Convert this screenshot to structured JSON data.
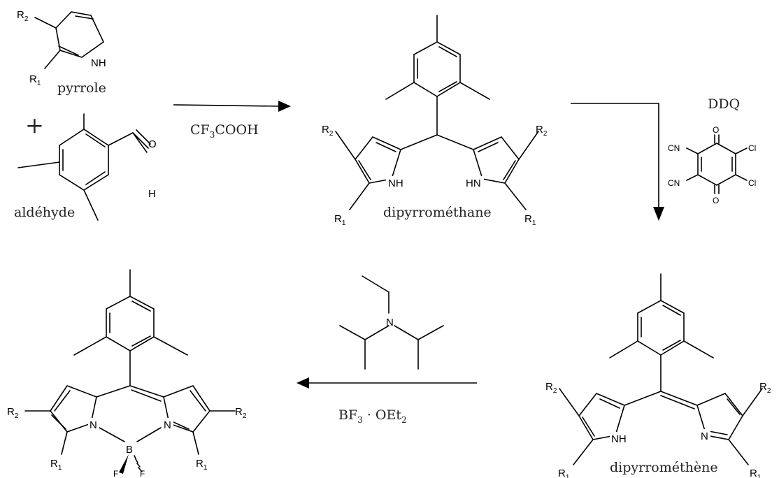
{
  "captions": {
    "pyrrole": "pyrrole",
    "aldehyde": "aldéhyde",
    "dipyrromethane": "dipyrrométhane",
    "dipyrromethene": "dipyrrométhène"
  },
  "reagents": {
    "step1_main": "CF",
    "step1_sub": "3",
    "step1_tail": "COOH",
    "step2": "DDQ",
    "step3_a": "BF",
    "step3_sub1": "3",
    "step3_b": " · OEt",
    "step3_sub2": "2"
  },
  "atoms": {
    "R": "R",
    "s1": "1",
    "s2": "2",
    "NH": "NH",
    "HN": "HN",
    "N": "N",
    "B": "B",
    "F": "F",
    "O": "O",
    "H": "H",
    "CN": "CN",
    "Cl": "Cl",
    "plus": "+"
  }
}
